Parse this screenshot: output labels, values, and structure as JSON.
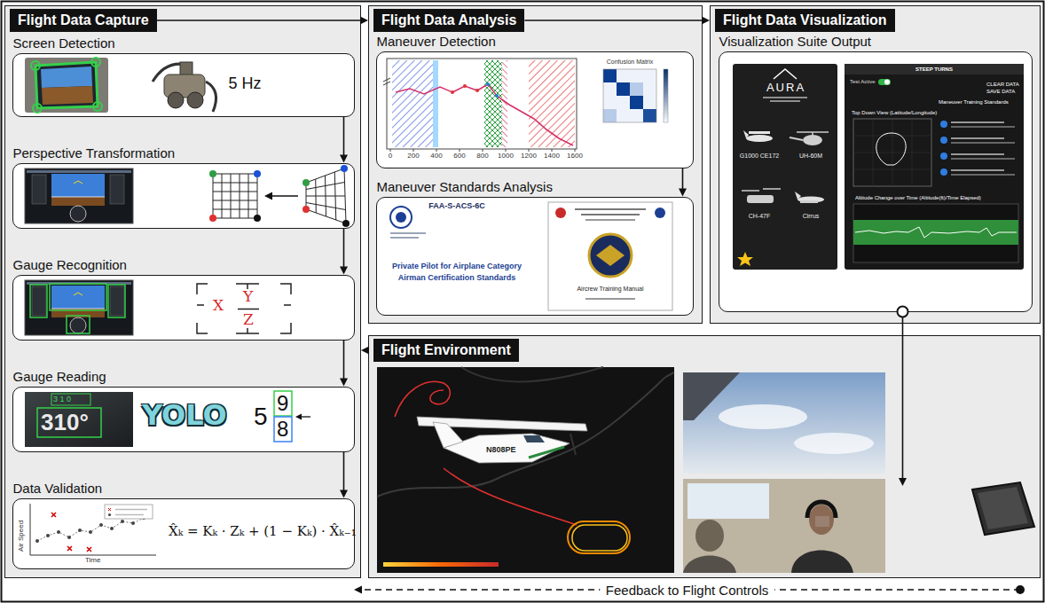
{
  "diagram": {
    "nodes": [
      {
        "text": [
          "Flight Data Capture"
        ]
      },
      {
        "text": [
          "Screen Detection",
          "5 Hz"
        ],
        "in": 0
      },
      {
        "text": [
          "Perspective Transformation"
        ],
        "in": 0
      },
      {
        "text": [
          "Gauge Recognition"
        ],
        "in": 0
      },
      {
        "text": [
          "Gauge Reading"
        ],
        "in": 0
      },
      {
        "text": [
          "Data Validation"
        ],
        "in": 0
      },
      {
        "text": [
          "Flight Data Analysis"
        ]
      },
      {
        "text": [
          "Maneuver Detection"
        ],
        "in": 6
      },
      {
        "text": [
          "Maneuver Standards Analysis"
        ],
        "in": 6
      },
      {
        "text": [
          "Flight Data Visualization"
        ]
      },
      {
        "text": [
          "Visualization Suite Output"
        ],
        "in": 9
      },
      {
        "text": [
          "Flight Environment"
        ]
      }
    ],
    "edges": [
      {
        "from": 0,
        "to": 6,
        "arrow": "to"
      },
      {
        "from": 6,
        "to": 9,
        "arrow": "to"
      },
      {
        "from": 1,
        "to": 2,
        "arrow": "to"
      },
      {
        "from": 2,
        "to": 3,
        "arrow": "to"
      },
      {
        "from": 3,
        "to": 4,
        "arrow": "to"
      },
      {
        "from": 4,
        "to": 5,
        "arrow": "to"
      },
      {
        "from": 7,
        "to": 8,
        "arrow": "to"
      },
      {
        "from": 10,
        "to": 11,
        "arrow": "to"
      },
      {
        "from": 11,
        "to": 0,
        "arrow": "to"
      },
      {
        "from": 11,
        "to": 0,
        "label": "Feedback to Flight Controls",
        "arrow": "to"
      }
    ],
    "labels": [
      "X",
      "Y",
      "Z",
      "3 1 0",
      "310°",
      "YOLO",
      "5",
      "9",
      "8",
      "Air Speed",
      "Time",
      "X̂ₖ = Kₖ · Zₖ + (1 − Kₖ) · X̂ₖ₋₁",
      "0",
      "200",
      "400",
      "600",
      "800",
      "1000",
      "1200",
      "1400",
      "1600",
      "Confusion Matrix",
      "FAA-S-ACS-6C",
      "Private Pilot for Airplane Category",
      "Airman Certification Standards",
      "Aircrew Training Manual",
      "AURA",
      "G1000 CE172",
      "UH-60M",
      "CH-47F",
      "Cirrus",
      "STEEP TURNS",
      "Test Active",
      "CLEAR DATA",
      "SAVE DATA",
      "Top Down View (Latitude/Longitude)",
      "Maneuver Training Standards",
      "Altitude Change over Time (Altitude(ft)/Time Elapsed)",
      "N808PE"
    ]
  }
}
